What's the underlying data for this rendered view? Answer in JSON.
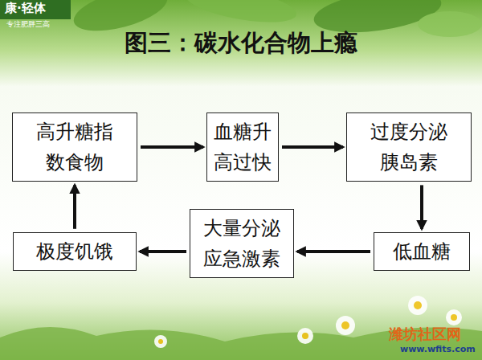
{
  "diagram": {
    "title": "图三：碳水化合物上瘾",
    "nodes": [
      {
        "text": [
          "高升糖指 数食物"
        ]
      },
      {
        "text": [
          "血糖升 高过快"
        ]
      },
      {
        "text": [
          "过度分泌 胰岛素"
        ]
      },
      {
        "text": [
          "低血糖"
        ]
      },
      {
        "text": [
          "大量分泌 应急激素"
        ]
      },
      {
        "text": [
          "极度饥饿"
        ]
      }
    ],
    "edges": [
      {
        "from": 0,
        "to": 1,
        "arrow": "to"
      },
      {
        "from": 1,
        "to": 2,
        "arrow": "to"
      },
      {
        "from": 2,
        "to": 3,
        "arrow": "to"
      },
      {
        "from": 3,
        "to": 4,
        "arrow": "to"
      },
      {
        "from": 4,
        "to": 5,
        "arrow": "to"
      },
      {
        "from": 5,
        "to": 0,
        "arrow": "to"
      }
    ],
    "labels": [
      "康·轻体",
      "专注肥胖三高",
      "潍坊社区网",
      "www.wfits.com"
    ]
  }
}
